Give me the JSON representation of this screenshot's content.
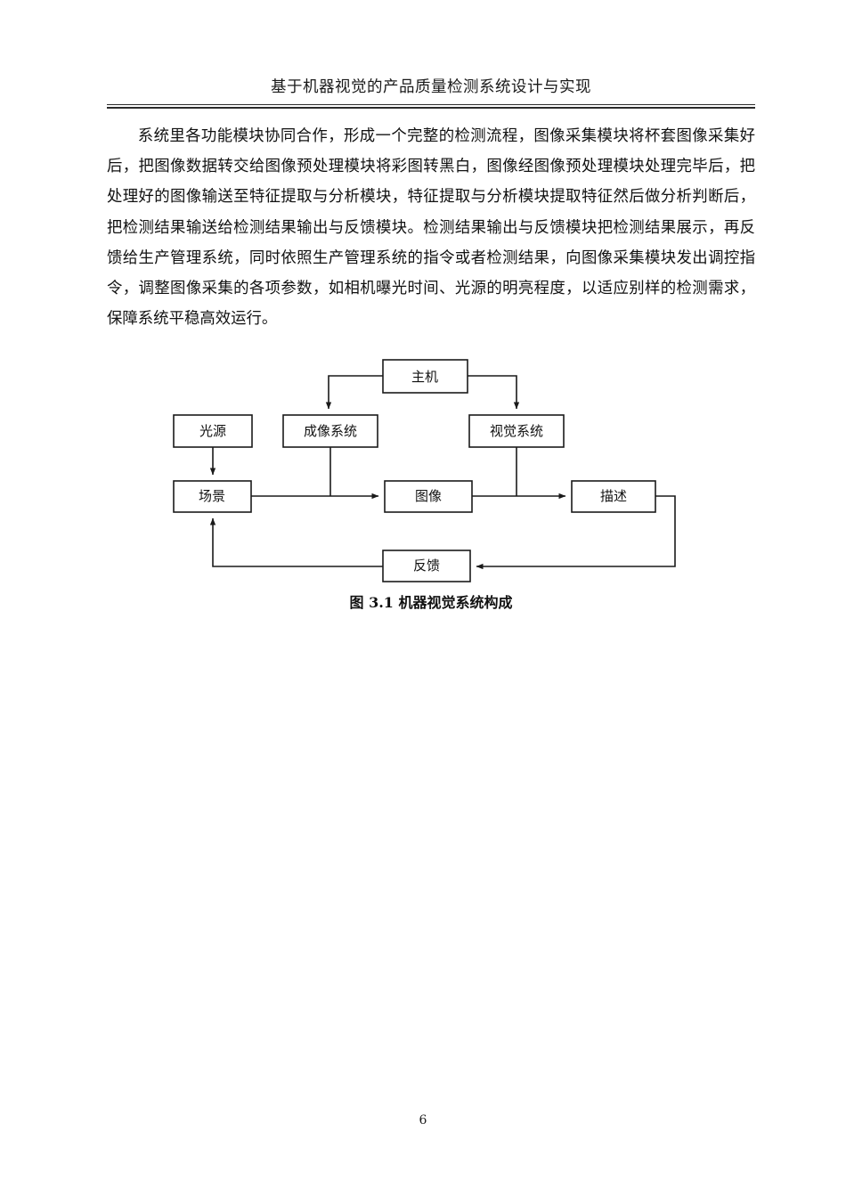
{
  "document": {
    "header_title": "基于机器视觉的产品质量检测系统设计与实现",
    "page_number": "6",
    "paragraph": "系统里各功能模块协同合作，形成一个完整的检测流程，图像采集模块将杯套图像采集好后，把图像数据转交给图像预处理模块将彩图转黑白，图像经图像预处理模块处理完毕后，把处理好的图像输送至特征提取与分析模块，特征提取与分析模块提取特征然后做分析判断后，把检测结果输送给检测结果输出与反馈模块。检测结果输出与反馈模块把检测结果展示，再反馈给生产管理系统，同时依照生产管理系统的指令或者检测结果，向图像采集模块发出调控指令，调整图像采集的各项参数，如相机曝光时间、光源的明亮程度，以适应别样的检测需求，保障系统平稳高效运行。"
  },
  "figure": {
    "caption": "图 3.1 机器视觉系统构成",
    "nodes": {
      "host": "主机",
      "light_source": "光源",
      "imaging_system": "成像系统",
      "vision_system": "视觉系统",
      "scene": "场景",
      "image": "图像",
      "description": "描述",
      "feedback": "反馈"
    },
    "colors": {
      "stroke": "#1a1a1a",
      "fill": "#ffffff",
      "text": "#111111"
    }
  }
}
